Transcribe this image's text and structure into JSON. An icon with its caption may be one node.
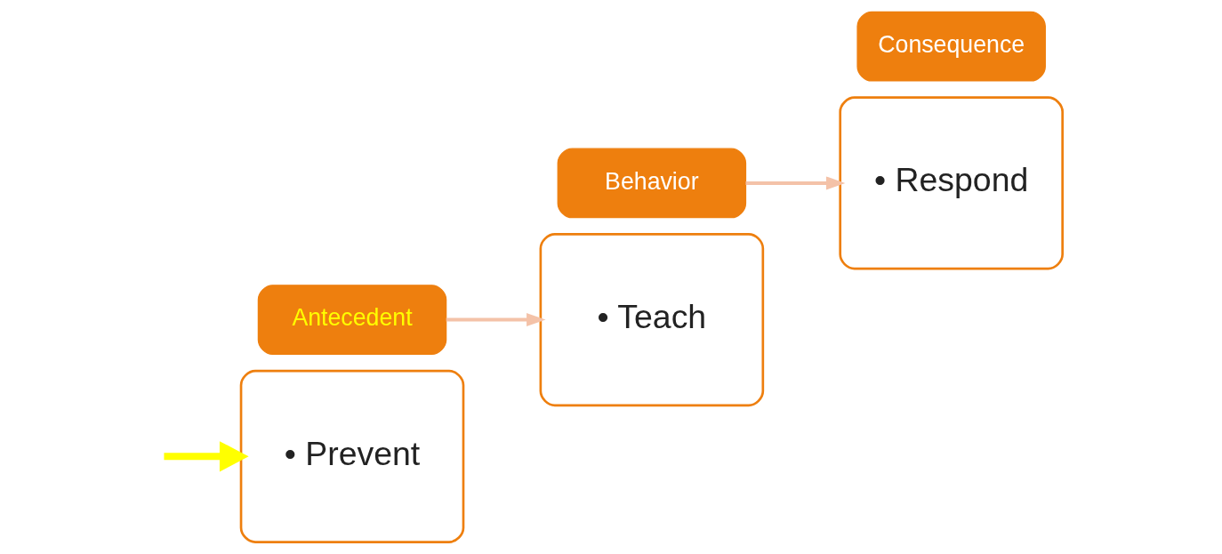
{
  "diagram": {
    "nodes": [
      {
        "text": [
          "• Prevent"
        ]
      },
      {
        "text": [
          "Antecedent"
        ]
      },
      {
        "text": [
          "• Teach"
        ]
      },
      {
        "text": [
          "Behavior"
        ]
      },
      {
        "text": [
          "• Respond"
        ]
      },
      {
        "text": [
          "Consequence"
        ]
      }
    ],
    "edges": [
      {
        "from": 1,
        "to": 2,
        "arrow": "to"
      },
      {
        "from": 3,
        "to": 4,
        "arrow": "to"
      },
      {
        "from": null,
        "to": 0,
        "arrow": "to",
        "style": "thick",
        "color": "#ffff00"
      }
    ]
  }
}
